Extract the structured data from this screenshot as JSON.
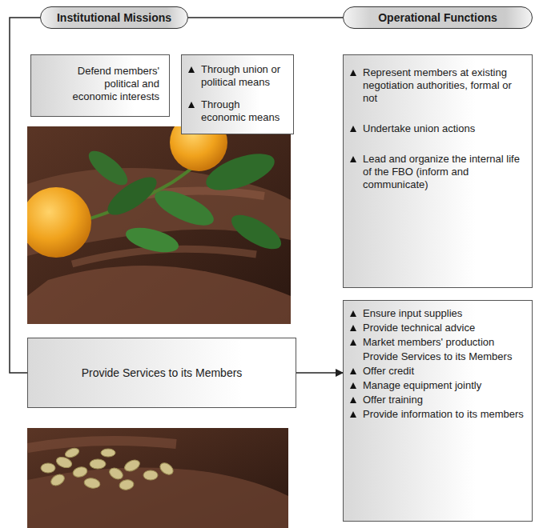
{
  "diagram": {
    "nodes": [
      {
        "text": [
          "Institutional Missions"
        ]
      },
      {
        "text": [
          "Operational Functions"
        ]
      },
      {
        "text": [
          "Defend members' political and economic interests"
        ]
      },
      {
        "text": [
          "Through union or political means",
          "Through economic means"
        ]
      },
      {
        "text": [
          "Represent members at existing negotiation authorities, formal or not",
          "Undertake union actions",
          "Lead and organize the internal life of the FBO (inform and communicate)"
        ]
      },
      {
        "text": [
          "Provide Services to its Members"
        ]
      },
      {
        "text": [
          "Ensure input supplies",
          "Provide technical advice",
          "Market members' production",
          "Provide Services to its Members",
          "Offer credit",
          "Manage equipment jointly",
          "Offer training",
          "Provide information to its members"
        ]
      }
    ],
    "edges": [
      {
        "from": 0,
        "to": 1,
        "arrow": "none"
      },
      {
        "from": 0,
        "to": 5,
        "arrow": "none"
      },
      {
        "from": 5,
        "to": 6,
        "arrow": "to"
      }
    ]
  }
}
